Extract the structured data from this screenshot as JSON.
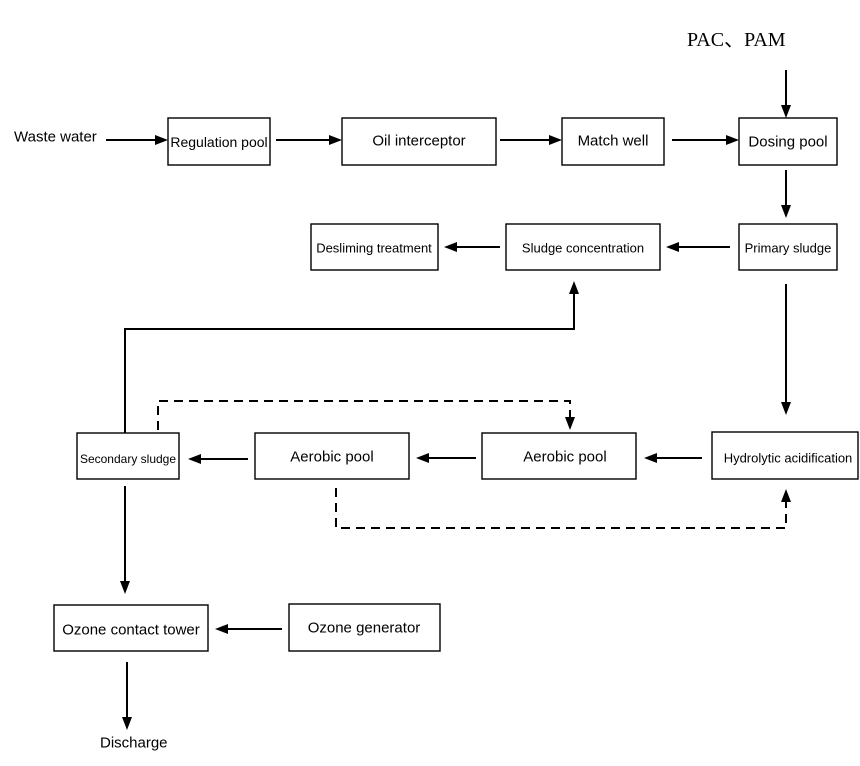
{
  "inputs": {
    "waste_water": "Waste water",
    "chemicals": "PAC、PAM"
  },
  "nodes": {
    "regulation_pool": "Regulation pool",
    "oil_interceptor": "Oil interceptor",
    "match_well": "Match well",
    "dosing_pool": "Dosing pool",
    "primary_sludge": "Primary sludge",
    "sludge_concentration": "Sludge concentration",
    "desliming_treatment": "Desliming treatment",
    "hydrolytic_acidification": "Hydrolytic acidification",
    "aerobic_pool_right": "Aerobic pool",
    "aerobic_pool_left": "Aerobic pool",
    "secondary_sludge": "Secondary sludge",
    "ozone_contact_tower": "Ozone contact tower",
    "ozone_generator": "Ozone generator"
  },
  "outputs": {
    "discharge": "Discharge"
  }
}
